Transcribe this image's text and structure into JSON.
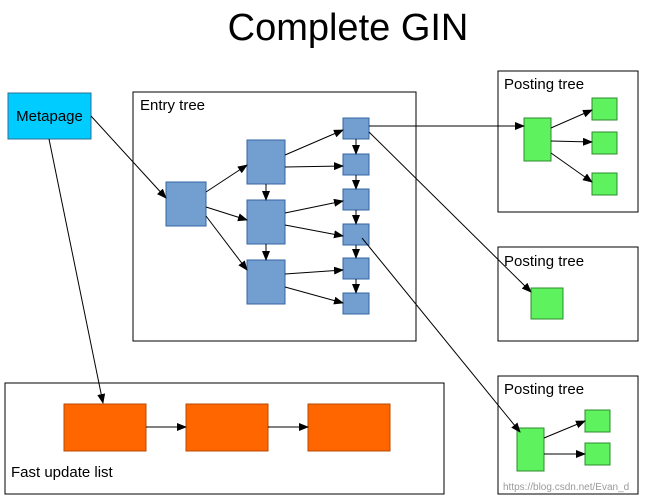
{
  "title": "Complete GIN",
  "metapage": {
    "label": "Metapage"
  },
  "entry_tree": {
    "label": "Entry tree"
  },
  "posting_trees": [
    {
      "label": "Posting tree"
    },
    {
      "label": "Posting tree"
    },
    {
      "label": "Posting tree"
    }
  ],
  "fast_update_list": {
    "label": "Fast update list"
  },
  "watermark": "https://blog.csdn.net/Evan_d",
  "colors": {
    "metapage": "#00ccff",
    "entry_node": "#729fcf",
    "posting_node": "#5ff25f",
    "fast_update_node": "#ff6600"
  }
}
